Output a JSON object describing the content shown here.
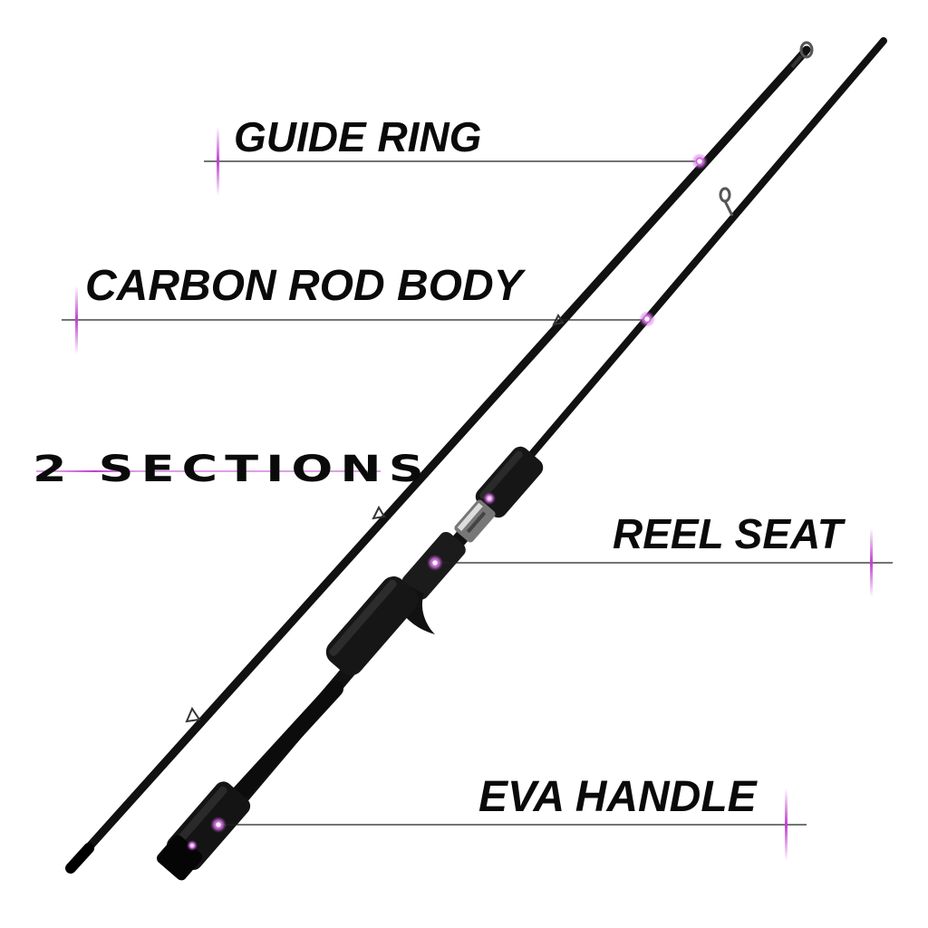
{
  "labels": {
    "guide_ring": "GUIDE RING",
    "carbon_rod_body": "CARBON ROD BODY",
    "sections": "2 SECTIONS",
    "reel_seat": "REEL SEAT",
    "eva_handle": "EVA HANDLE"
  },
  "colors": {
    "accent": "#c040d0",
    "rod": "#111111",
    "text": "#0a0a0a",
    "line": "#222222"
  }
}
